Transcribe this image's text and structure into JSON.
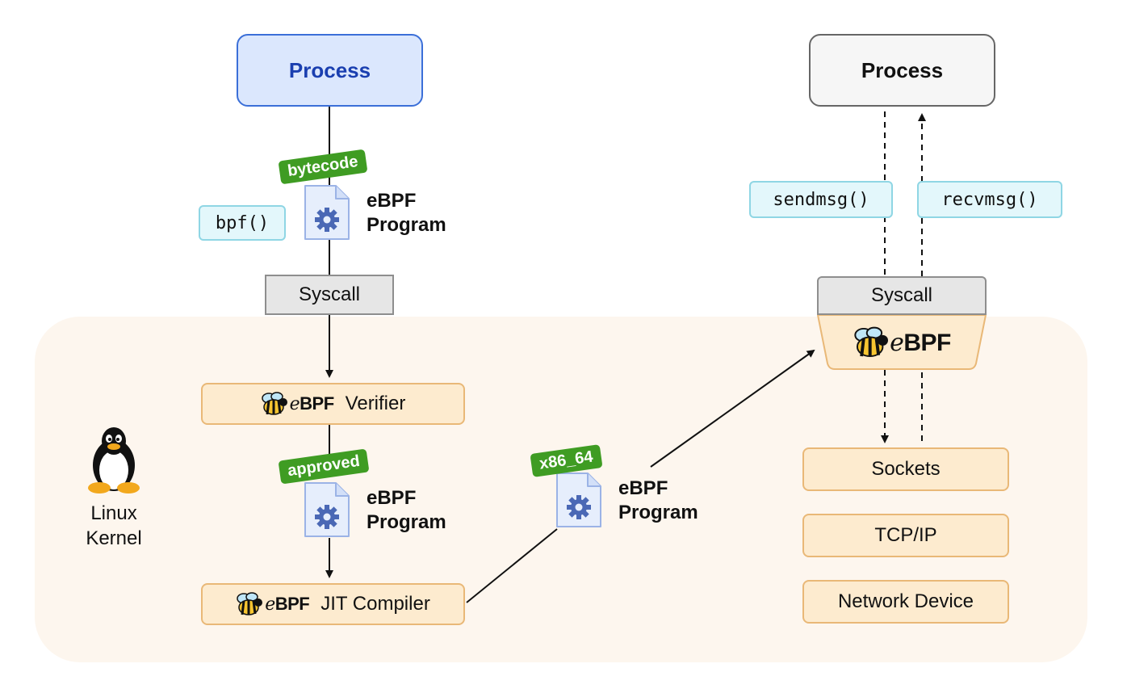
{
  "left_flow": {
    "process_label": "Process",
    "bytecode_tag": "bytecode",
    "bpf_call": "bpf()",
    "program_doc": {
      "line1": "eBPF",
      "line2": "Program"
    },
    "syscall_label": "Syscall",
    "verifier_label": "Verifier",
    "approved_tag": "approved",
    "approved_doc": {
      "line1": "eBPF",
      "line2": "Program"
    },
    "jit_label": "JIT Compiler",
    "arch_tag": "x86_64",
    "jit_doc": {
      "line1": "eBPF",
      "line2": "Program"
    }
  },
  "right_flow": {
    "process_label": "Process",
    "sendmsg_call": "sendmsg()",
    "recvmsg_call": "recvmsg()",
    "syscall_label": "Syscall",
    "stack": [
      "Sockets",
      "TCP/IP",
      "Network Device"
    ]
  },
  "ebpf_logo": {
    "prefix": "e",
    "suffix": "BPF"
  },
  "kernel": {
    "line1": "Linux",
    "line2": "Kernel"
  },
  "colors": {
    "process_blue": "#dbe7fd",
    "kernel_bg": "#fdf6ee",
    "kernel_box": "#fdebcf",
    "tag_green": "#3f9c23",
    "code_pill": "#e3f7fb"
  }
}
